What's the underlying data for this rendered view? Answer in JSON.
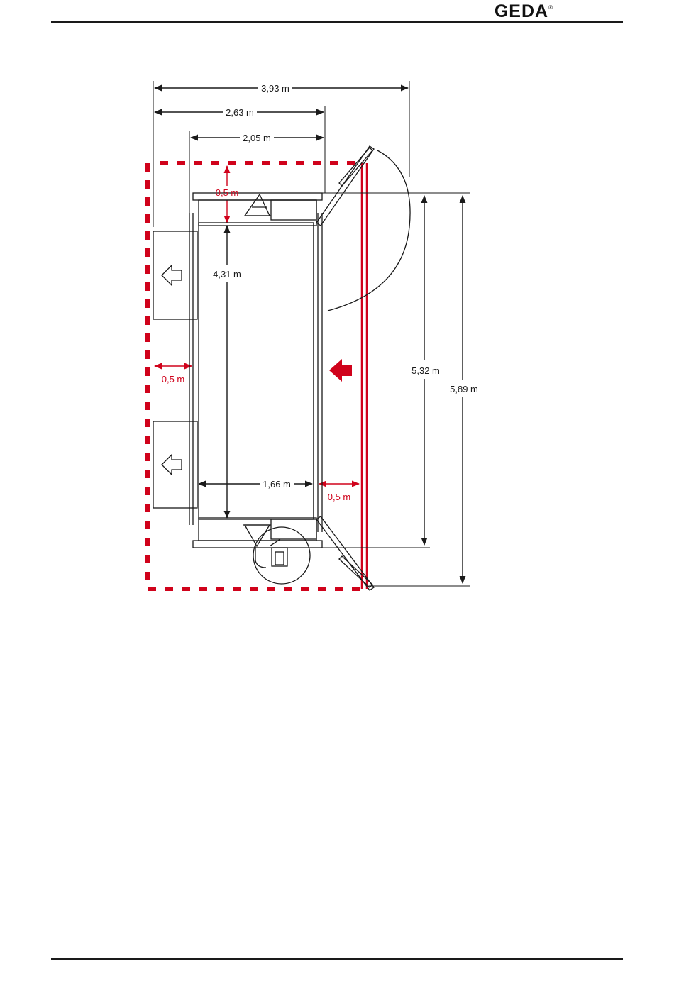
{
  "header": {
    "logo_text": "GEDA",
    "logo_mark": "®"
  },
  "diagram": {
    "dimensions": {
      "total_width": "3,93 m",
      "width_to_rail": "2,63 m",
      "inner_width": "2,05 m",
      "clearance_top": "0,5 m",
      "platform_length": "4,31 m",
      "clearance_left": "0,5 m",
      "platform_width": "1,66 m",
      "clearance_right": "0,5 m",
      "length_inner": "5,32 m",
      "length_total": "5,89 m"
    },
    "colors": {
      "safety_red": "#d0021b",
      "line": "#1a1a1a"
    }
  }
}
